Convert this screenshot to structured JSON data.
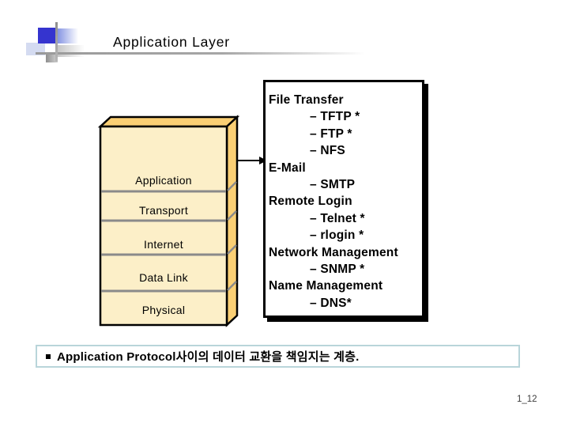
{
  "slide": {
    "title": "Application Layer",
    "page_number": "1_12"
  },
  "colors": {
    "accent_blue": "#3534cf",
    "stack_front_face": "#fcefc8",
    "stack_side_face": "#facf74",
    "stack_outline": "#000000",
    "layer_divider": "#8a8a8a",
    "footer_border": "#b9d5da",
    "box_shadow": "#000000"
  },
  "stack": {
    "layers": [
      {
        "label": "Application"
      },
      {
        "label": "Transport"
      },
      {
        "label": "Internet"
      },
      {
        "label": "Data Link"
      },
      {
        "label": "Physical"
      }
    ]
  },
  "protocols": {
    "lines": [
      {
        "text": "File Transfer",
        "indent": false
      },
      {
        "text": "– TFTP *",
        "indent": true
      },
      {
        "text": "– FTP *",
        "indent": true
      },
      {
        "text": "– NFS",
        "indent": true
      },
      {
        "text": "E-Mail",
        "indent": false
      },
      {
        "text": "– SMTP",
        "indent": true
      },
      {
        "text": "Remote Login",
        "indent": false
      },
      {
        "text": "– Telnet *",
        "indent": true
      },
      {
        "text": "– rlogin *",
        "indent": true
      },
      {
        "text": "Network Management",
        "indent": false
      },
      {
        "text": "– SNMP *",
        "indent": true
      },
      {
        "text": "Name Management",
        "indent": false
      },
      {
        "text": "– DNS*",
        "indent": true
      }
    ]
  },
  "footer": {
    "text": "Application Protocol사이의 데이터 교환을 책임지는 계층."
  }
}
